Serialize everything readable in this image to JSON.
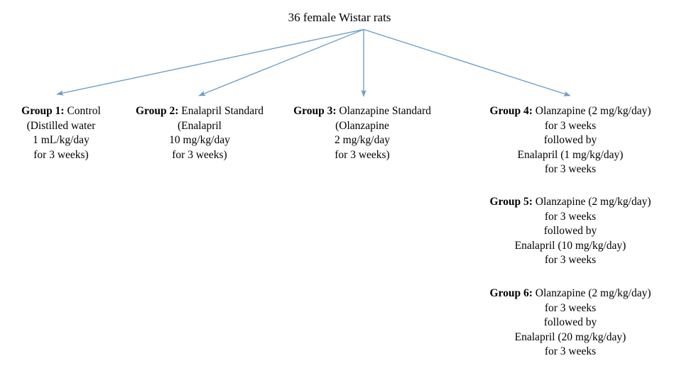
{
  "diagram": {
    "type": "flowchart",
    "root": {
      "text": "36 female Wistar rats"
    },
    "connector": {
      "color": "#6b9dc6",
      "style": "single-headed-arrow",
      "origin_label": "36 female Wistar rats"
    },
    "groups": [
      {
        "id": "group-1",
        "label": "Group 1:",
        "title": " Control",
        "lines": [
          "(Distilled water",
          "1 mL/kg/day",
          "for 3 weeks)"
        ]
      },
      {
        "id": "group-2",
        "label": "Group 2:",
        "title": " Enalapril Standard",
        "lines": [
          "(Enalapril",
          "10 mg/kg/day",
          "for 3 weeks)"
        ]
      },
      {
        "id": "group-3",
        "label": "Group 3:",
        "title": " Olanzapine Standard",
        "lines": [
          "(Olanzapine",
          "2 mg/kg/day",
          "for 3 weeks)"
        ]
      },
      {
        "id": "group-4",
        "label": "Group 4:",
        "title": " Olanzapine (2 mg/kg/day)",
        "lines": [
          "for 3 weeks",
          "followed by",
          "Enalapril (1 mg/kg/day)",
          "for 3 weeks"
        ]
      },
      {
        "id": "group-5",
        "label": "Group 5:",
        "title": " Olanzapine (2 mg/kg/day)",
        "lines": [
          "for 3 weeks",
          "followed by",
          "Enalapril (10 mg/kg/day)",
          "for 3 weeks"
        ]
      },
      {
        "id": "group-6",
        "label": "Group 6:",
        "title": " Olanzapine (2 mg/kg/day)",
        "lines": [
          "for 3 weeks",
          "followed by",
          "Enalapril (20 mg/kg/day)",
          "for 3 weeks"
        ]
      }
    ]
  }
}
